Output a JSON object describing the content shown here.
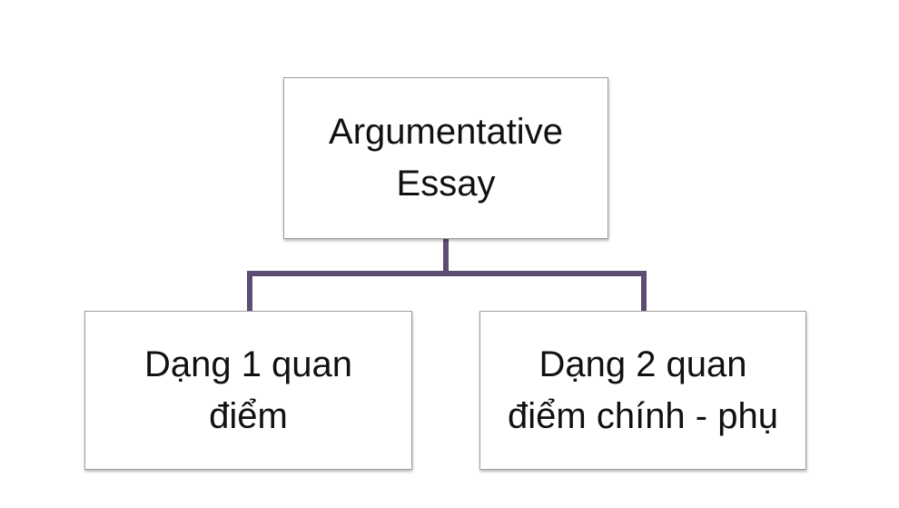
{
  "colors": {
    "connector": "#5b4d74",
    "box_border": "#9e9e9e",
    "text": "#111111",
    "background": "#ffffff"
  },
  "nodes": {
    "root": {
      "label": "Argumentative Essay",
      "lines": [
        "Argumentative",
        "Essay"
      ]
    },
    "left": {
      "label": "Dạng 1 quan điểm",
      "lines": [
        "Dạng 1 quan",
        "điểm"
      ]
    },
    "right": {
      "label": "Dạng 2 quan điểm chính - phụ",
      "lines": [
        "Dạng 2 quan",
        "điểm chính - phụ"
      ]
    }
  }
}
